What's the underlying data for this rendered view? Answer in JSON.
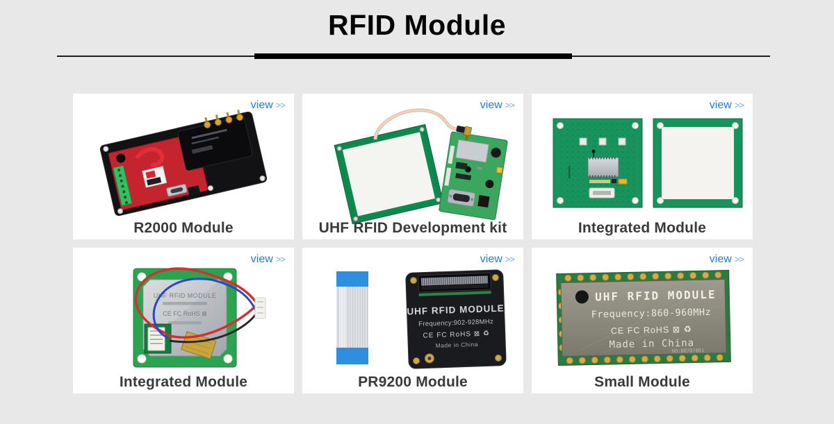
{
  "page": {
    "background": "#e8e8e8"
  },
  "header": {
    "title": "RFID Module"
  },
  "colors": {
    "view_link": "#1c80d6",
    "view_arrows": "#6cabe2",
    "card_title": "#3a3a3a",
    "divider": "#000000",
    "pcb_green": "#18935d"
  },
  "cards": [
    {
      "name": "R2000 Module",
      "view_label": "view",
      "view_arrows": ">>"
    },
    {
      "name": "UHF RFID Development kit",
      "view_label": "view",
      "view_arrows": ">>"
    },
    {
      "name": "Integrated Module",
      "view_label": "view",
      "view_arrows": ">>"
    },
    {
      "name": "Integrated Module",
      "view_label": "view",
      "view_arrows": ">>",
      "module_text": {
        "title": "UHF RFID MODULE",
        "certs": "CE FC RoHS ⊠"
      }
    },
    {
      "name": "PR9200 Module",
      "view_label": "view",
      "view_arrows": ">>",
      "module_text": {
        "title": "UHF RFID MODULE",
        "frequency": "Frequency:902-928MHz",
        "certs": "CE FC RoHS ⊠ ♻",
        "origin": "Made in China"
      }
    },
    {
      "name": "Small Module",
      "view_label": "view",
      "view_arrows": ">>",
      "module_text": {
        "title": "UHF RFID MODULE",
        "frequency": "Frequency:860-960MHz",
        "certs": "CE FC RoHS ⊠ ♻",
        "origin": "Made in China",
        "serial": "NO:B0707001"
      }
    }
  ]
}
